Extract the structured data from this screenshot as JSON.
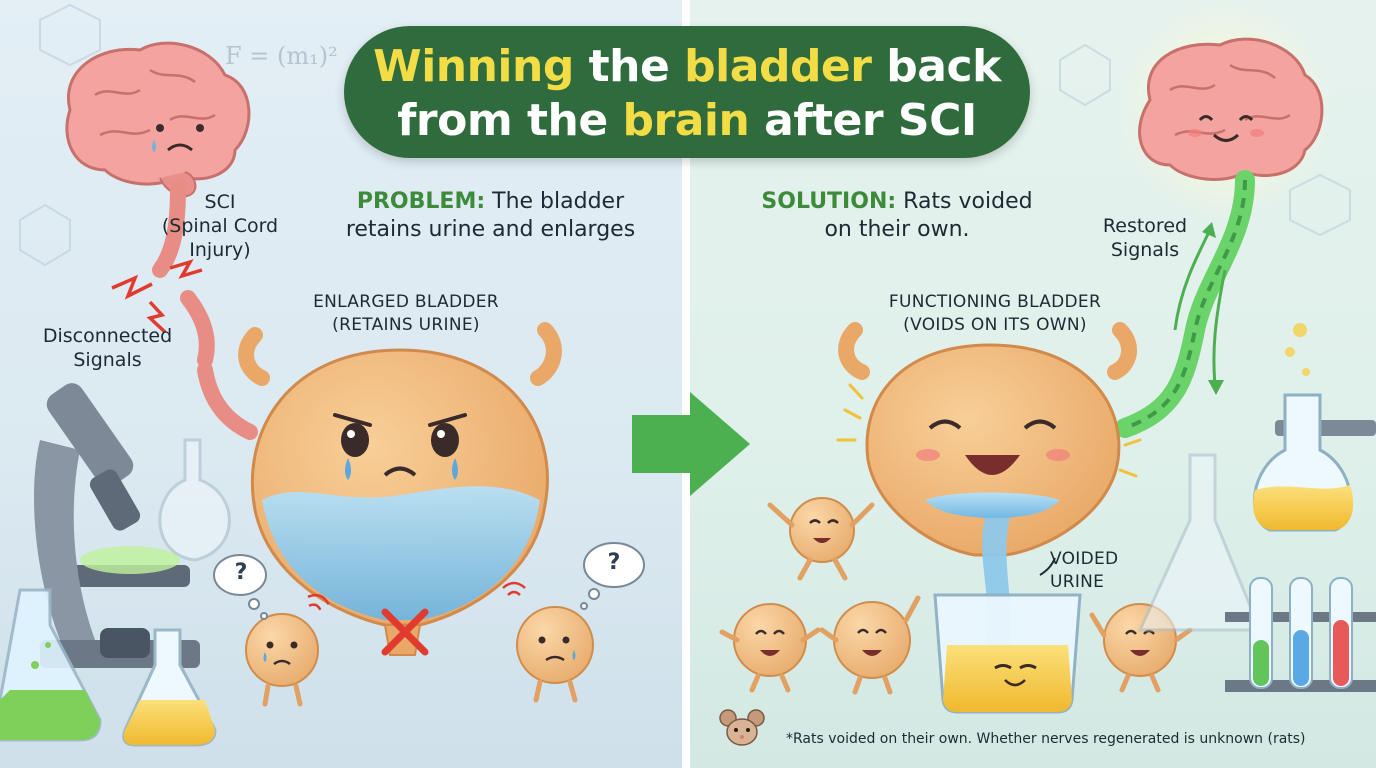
{
  "title": {
    "line1_hl1": "Winning",
    "line1_mid": " the ",
    "line1_hl2": "bladder",
    "line1_end": " back",
    "line2_start": "from the ",
    "line2_hl": "brain",
    "line2_end": " after SCI"
  },
  "left": {
    "formula": "F = (m₁)²",
    "sci_line1": "SCI",
    "sci_line2": "(Spinal Cord",
    "sci_line3": "Injury)",
    "disconnected_line1": "Disconnected",
    "disconnected_line2": "Signals",
    "problem_label": "PROBLEM:",
    "problem_text1": " The bladder",
    "problem_text2": "retains urine and enlarges",
    "bladder_label1": "ENLARGED BLADDER",
    "bladder_label2": "(RETAINS URINE)",
    "question1": "?",
    "question2": "?"
  },
  "right": {
    "solution_label": "SOLUTION:",
    "solution_text1": " Rats voided",
    "solution_text2": "on their own.",
    "restored_line1": "Restored",
    "restored_line2": "Signals",
    "bladder_label1": "FUNCTIONING BLADDER",
    "bladder_label2": "(VOIDS ON ITS OWN)",
    "voided_line1": "VOIDED",
    "voided_line2": "URINE",
    "footnote": "*Rats voided on their own. Whether nerves regenerated is unknown (rats)"
  },
  "colors": {
    "title_bg": "#2f6b3c",
    "title_highlight": "#f2dd46",
    "accent_green": "#3d8a3a",
    "arrow_green": "#4caf50",
    "bladder": "#f3b97a",
    "urine_blue": "#8ec8ea",
    "urine_yellow": "#f5cf4a",
    "brain": "#f4a3a0"
  },
  "icons": [
    "brain-icon",
    "microscope-icon",
    "flask-icon",
    "bladder-icon",
    "cell-character-icon",
    "right-arrow-icon",
    "beaker-icon",
    "test-tube-rack-icon",
    "rat-icon",
    "lightning-icon"
  ]
}
